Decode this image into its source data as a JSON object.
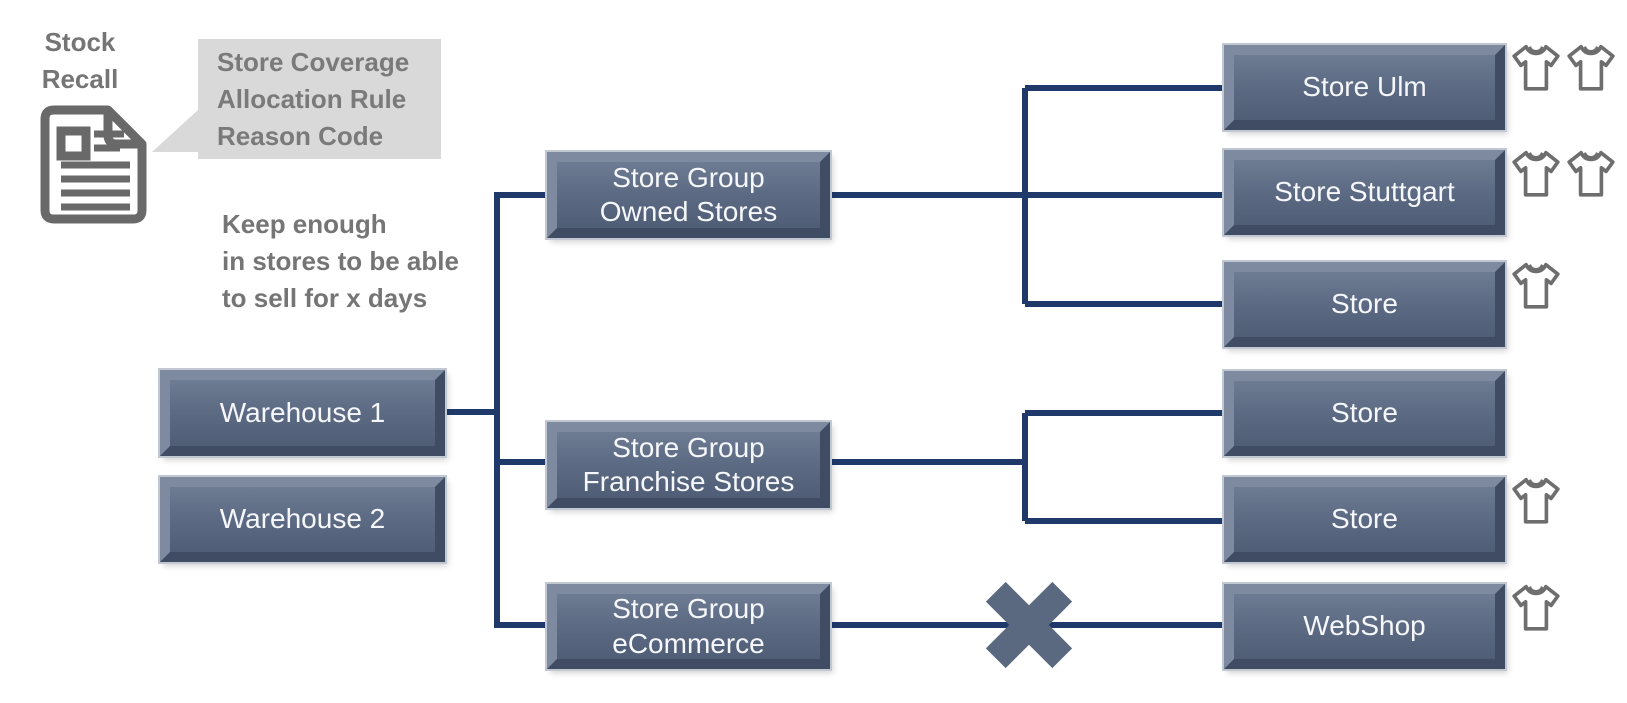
{
  "stock_recall": {
    "lines": [
      "Stock",
      "Recall"
    ]
  },
  "callout": {
    "lines": [
      "Store Coverage",
      "Allocation Rule",
      "Reason Code"
    ]
  },
  "note": {
    "lines": [
      "Keep enough",
      "in stores to be able",
      "to sell for x days"
    ]
  },
  "warehouses": [
    {
      "label": "Warehouse 1"
    },
    {
      "label": "Warehouse 2"
    }
  ],
  "groups": [
    {
      "label": [
        "Store Group",
        "Owned Stores"
      ]
    },
    {
      "label": [
        "Store Group",
        "Franchise Stores"
      ]
    },
    {
      "label": [
        "Store Group",
        "eCommerce"
      ]
    }
  ],
  "stores": [
    {
      "label": "Store Ulm",
      "stock_units": 2
    },
    {
      "label": "Store Stuttgart",
      "stock_units": 2
    },
    {
      "label": "Store",
      "stock_units": 1
    },
    {
      "label": "Store",
      "stock_units": 0
    },
    {
      "label": "Store",
      "stock_units": 1
    },
    {
      "label": "WebShop",
      "stock_units": 1
    }
  ],
  "icons": {
    "document": "stock-recall-document-icon",
    "tshirt": "tshirt-stock-icon",
    "blocked": "blocked-x-icon"
  },
  "colors": {
    "connector": "#1f3a6a",
    "node_fill": "#5d6b84",
    "node_fill_light": "#6d7b93",
    "node_fill_dark": "#4f5d76",
    "bevel_light": "#7e8aa0",
    "bevel_dark": "#3f4c63",
    "node_border": "#c2c8d1",
    "node_text": "#f5f7fa",
    "annotation_text": "#757575",
    "callout_bg": "#d9d9d9",
    "callout_text": "#7a7a7a",
    "icon_gray": "#696969",
    "blocked_x": "#5a697f"
  }
}
